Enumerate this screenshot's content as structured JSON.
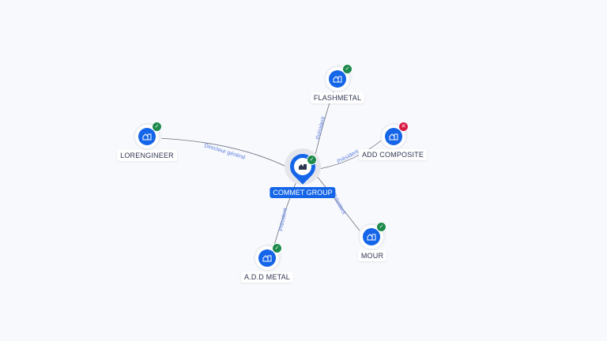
{
  "center": {
    "name": "COMMET GROUP",
    "status": "active",
    "icon": "building-icon"
  },
  "companies": [
    {
      "name": "FLASHMETAL",
      "status": "active",
      "relation": "Président"
    },
    {
      "name": "ADD COMPOSITE",
      "status": "inactive",
      "relation": "Président"
    },
    {
      "name": "LORENGINEER",
      "status": "active",
      "relation": "Directeur général"
    },
    {
      "name": "MOUR",
      "status": "active",
      "relation": "Président"
    },
    {
      "name": "A.D.D METAL",
      "status": "active",
      "relation": "Président"
    }
  ],
  "colors": {
    "primary": "#1565e8",
    "active": "#1e8a4c",
    "inactive": "#d81b45",
    "edge": "#6b7080"
  },
  "icons": {
    "active": "✓",
    "inactive": "✕"
  }
}
